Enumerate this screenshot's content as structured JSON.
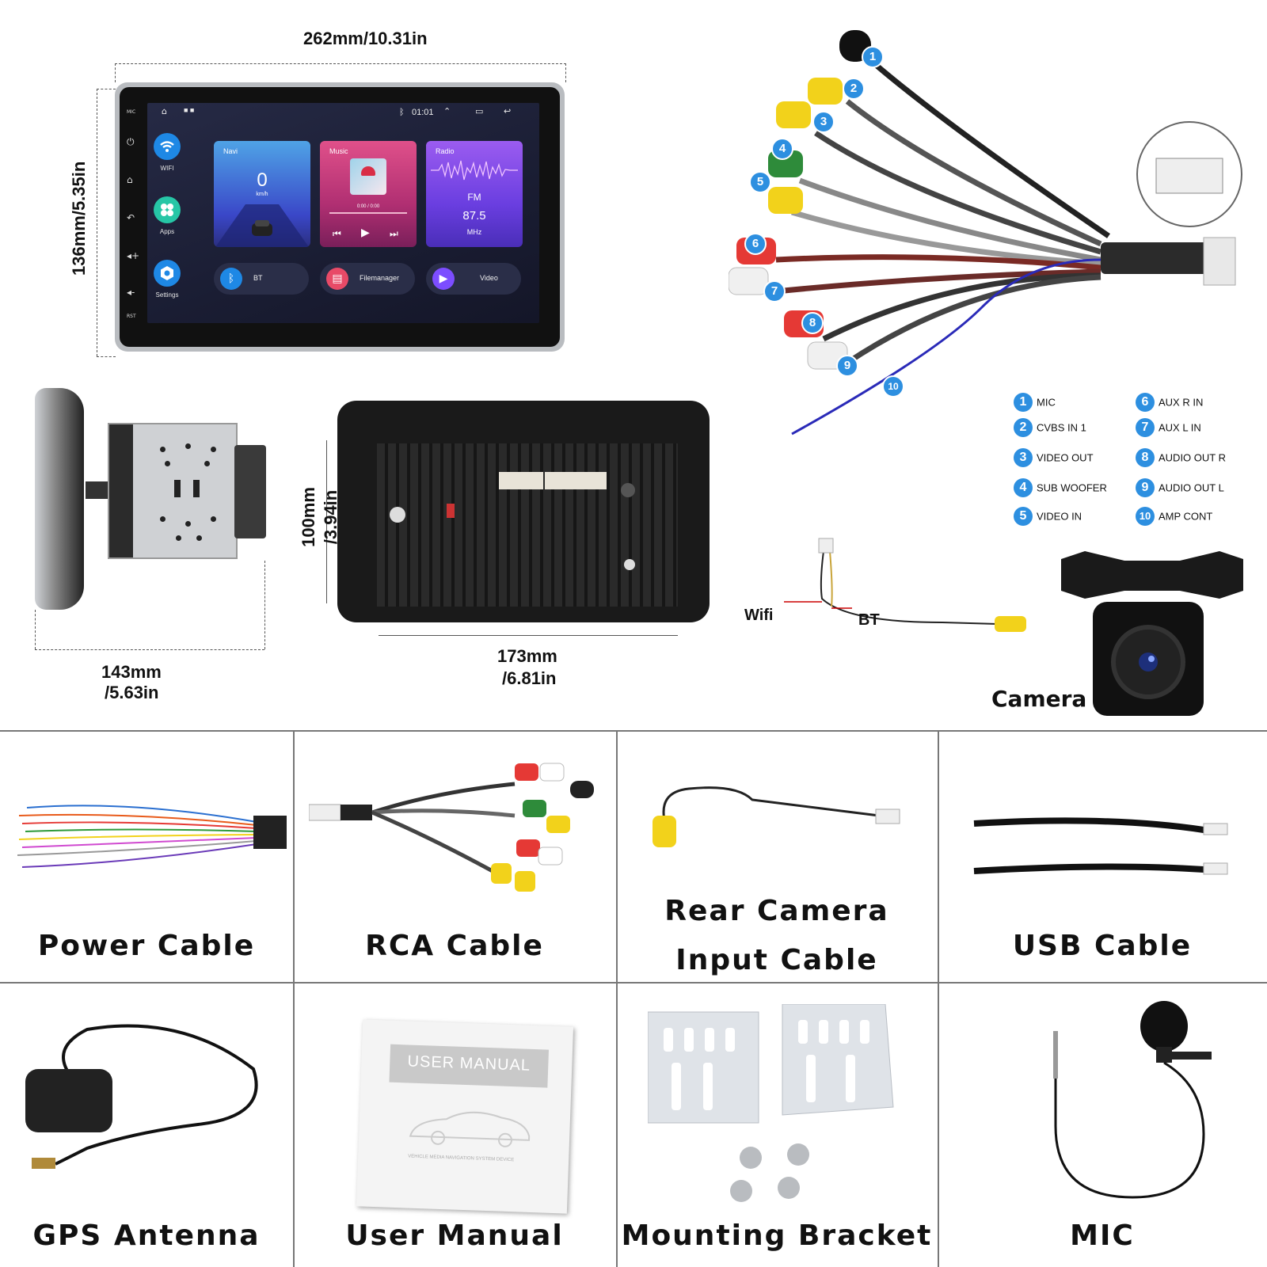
{
  "dimensions": {
    "width": "262mm/10.31in",
    "height": "136mm/5.35in",
    "depth": "143mm",
    "depth_in": "/5.63in",
    "back_height": "100mm",
    "back_height_in": "/3.94in",
    "back_width": "173mm",
    "back_width_in": "/6.81in"
  },
  "screen": {
    "time": "01:01",
    "side_top": "MIC",
    "side_bottom": "RST",
    "apps": [
      {
        "label": "WIFI",
        "icon": "wifi-icon"
      },
      {
        "label": "Apps",
        "icon": "apps-icon"
      },
      {
        "label": "Settings",
        "icon": "settings-icon"
      }
    ],
    "cards": {
      "navi": {
        "title": "Navi",
        "speed": "0",
        "unit": "km/h"
      },
      "music": {
        "title": "Music",
        "progress": "0:00 / 0:00"
      },
      "radio": {
        "title": "Radio",
        "band": "FM",
        "freq": "87.5",
        "unit": "MHz"
      }
    },
    "pills": [
      {
        "label": "BT",
        "icon": "bluetooth-icon",
        "color": "#1e88e5"
      },
      {
        "label": "Filemanager",
        "icon": "folder-icon",
        "color": "#e84a67"
      },
      {
        "label": "Video",
        "icon": "video-icon",
        "color": "#7c4dff"
      }
    ]
  },
  "cable_badges": [
    "1",
    "2",
    "3",
    "4",
    "5",
    "6",
    "7",
    "8",
    "9",
    "10"
  ],
  "legend": [
    {
      "n": "1",
      "label": "MIC"
    },
    {
      "n": "2",
      "label": "CVBS IN 1"
    },
    {
      "n": "3",
      "label": "VIDEO OUT"
    },
    {
      "n": "4",
      "label": "SUB WOOFER"
    },
    {
      "n": "5",
      "label": "VIDEO IN"
    },
    {
      "n": "6",
      "label": "AUX R IN"
    },
    {
      "n": "7",
      "label": "AUX L IN"
    },
    {
      "n": "8",
      "label": "AUDIO OUT R"
    },
    {
      "n": "9",
      "label": "AUDIO OUT L"
    },
    {
      "n": "10",
      "label": "AMP CONT"
    }
  ],
  "antenna_labels": {
    "wifi": "Wifi",
    "bt": "BT"
  },
  "camera_label": "Camera",
  "accessories": [
    "Power Cable",
    "RCA Cable",
    "Rear Camera",
    "Input Cable",
    "USB Cable",
    "GPS Antenna",
    "User Manual",
    "Mounting Bracket",
    "MIC"
  ],
  "manual": {
    "title": "USER MANUAL",
    "subtitle": "VEHICLE MEDIA NAVIGATION SYSTEM DEVICE"
  },
  "colors": {
    "badge": "#2d8fe0",
    "red_rca": "#e53935",
    "yellow_rca": "#f2d21b",
    "green_rca": "#2e8b3a"
  }
}
